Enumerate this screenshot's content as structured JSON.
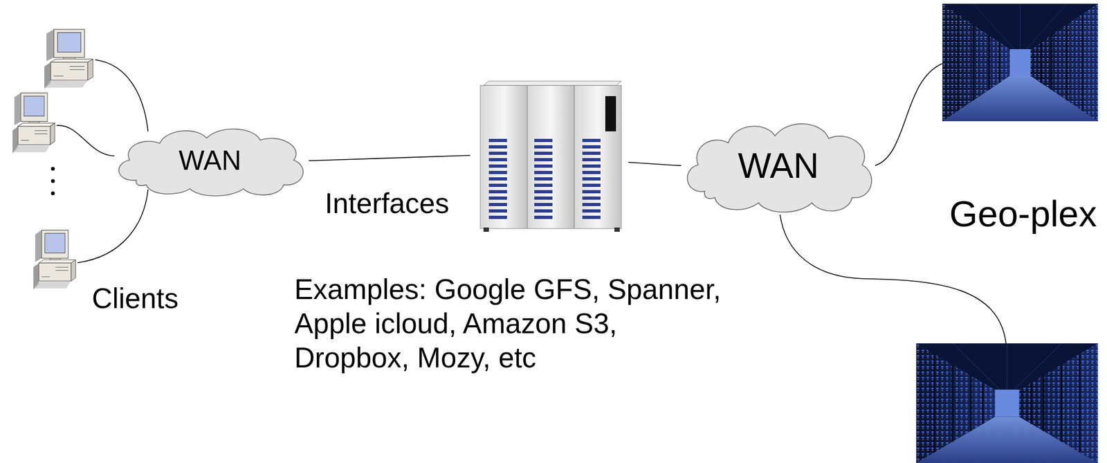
{
  "diagram": {
    "nodes": [
      {
        "text": [
          "WAN"
        ]
      },
      {
        "text": [
          "WAN"
        ]
      }
    ],
    "labels": [
      "Clients",
      "Interfaces",
      "Examples: Google GFS, Spanner, Apple icloud, Amazon S3, Dropbox, Mozy, etc",
      "Geo-plex"
    ]
  }
}
